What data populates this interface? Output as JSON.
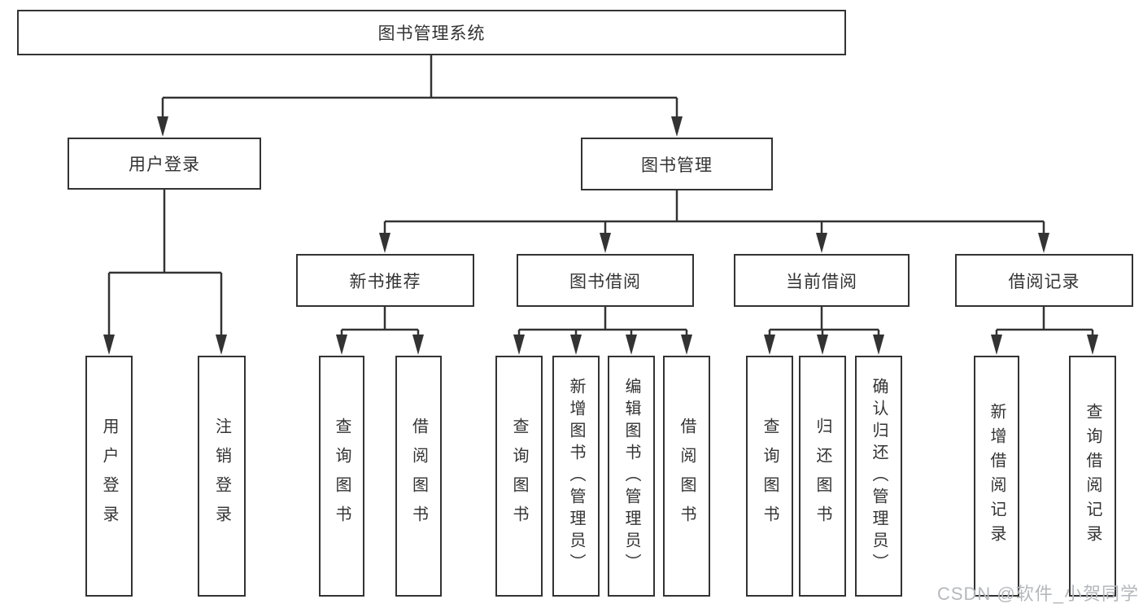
{
  "colors": {
    "background": "#ffffff",
    "line": "#333333",
    "node_border": "#333333",
    "node_fill": "#ffffff",
    "text": "#333333",
    "watermark_text": "#b5b8bc"
  },
  "watermark": {
    "text": "CSDN @软件_小贺同学"
  },
  "tree": {
    "root": {
      "label": "图书管理系统"
    },
    "children": [
      {
        "label": "用户登录",
        "leaves": [
          {
            "label": "用户登录"
          },
          {
            "label": "注销登录"
          }
        ]
      },
      {
        "label": "图书管理",
        "children": [
          {
            "label": "新书推荐",
            "leaves": [
              {
                "label": "查询图书"
              },
              {
                "label": "借阅图书"
              }
            ]
          },
          {
            "label": "图书借阅",
            "leaves": [
              {
                "label": "查询图书"
              },
              {
                "label": "新增图书（管理员）"
              },
              {
                "label": "编辑图书（管理员）"
              },
              {
                "label": "借阅图书"
              }
            ]
          },
          {
            "label": "当前借阅",
            "leaves": [
              {
                "label": "查询图书"
              },
              {
                "label": "归还图书"
              },
              {
                "label": "确认归还（管理员）"
              }
            ]
          },
          {
            "label": "借阅记录",
            "leaves": [
              {
                "label": "新增借阅记录"
              },
              {
                "label": "查询借阅记录"
              }
            ]
          }
        ]
      }
    ]
  }
}
